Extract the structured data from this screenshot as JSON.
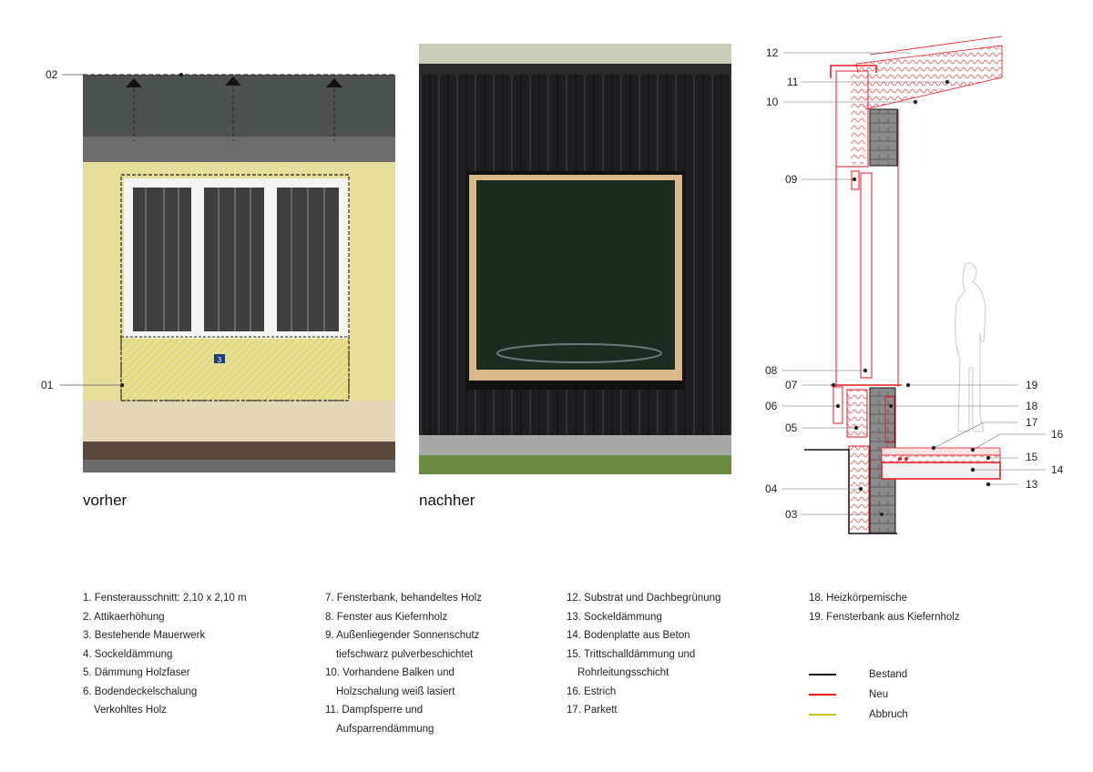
{
  "captions": {
    "before": "vorher",
    "after": "nachher"
  },
  "photo_labels": {
    "top": "02",
    "bottom": "01",
    "plate_number": "3"
  },
  "section_labels": {
    "left": [
      "12",
      "11",
      "10",
      "09",
      "08",
      "07",
      "06",
      "05",
      "04",
      "03"
    ],
    "right": [
      "19",
      "18",
      "17",
      "16",
      "15",
      "14",
      "13"
    ]
  },
  "legend": {
    "col1": [
      "1. Fensterausschnitt: 2,10 x 2,10 m",
      "2. Attikaerhöhung",
      "3. Bestehende Mauerwerk",
      "4. Sockeldämmung",
      "5. Dämmung Holzfaser",
      "6. Bodendeckelschalung",
      "Verkohltes Holz"
    ],
    "col2": [
      "7. Fensterbank, behandeltes Holz",
      "8. Fenster aus Kiefernholz",
      "9. Außenliegender Sonnenschutz",
      "tiefschwarz pulverbeschichtet",
      "10. Vorhandene Balken und",
      "Holzschalung weiß lasiert",
      "11. Dampfsperre und",
      "Aufsparrendämmung"
    ],
    "col3": [
      "12. Substrat und Dachbegrünung",
      "13. Sockeldämmung",
      "14. Bodenplatte aus Beton",
      "15. Trittschalldämmung und",
      "Rohrleitungsschicht",
      "16. Estrich",
      "17. Parkett"
    ],
    "col4": [
      "18. Heizkörpernische",
      "19. Fensterbank aus Kiefernholz"
    ]
  },
  "key": [
    {
      "label": "Bestand",
      "color": "#111111"
    },
    {
      "label": "Neu",
      "color": "#e8161b"
    },
    {
      "label": "Abbruch",
      "color": "#c8c400"
    }
  ]
}
